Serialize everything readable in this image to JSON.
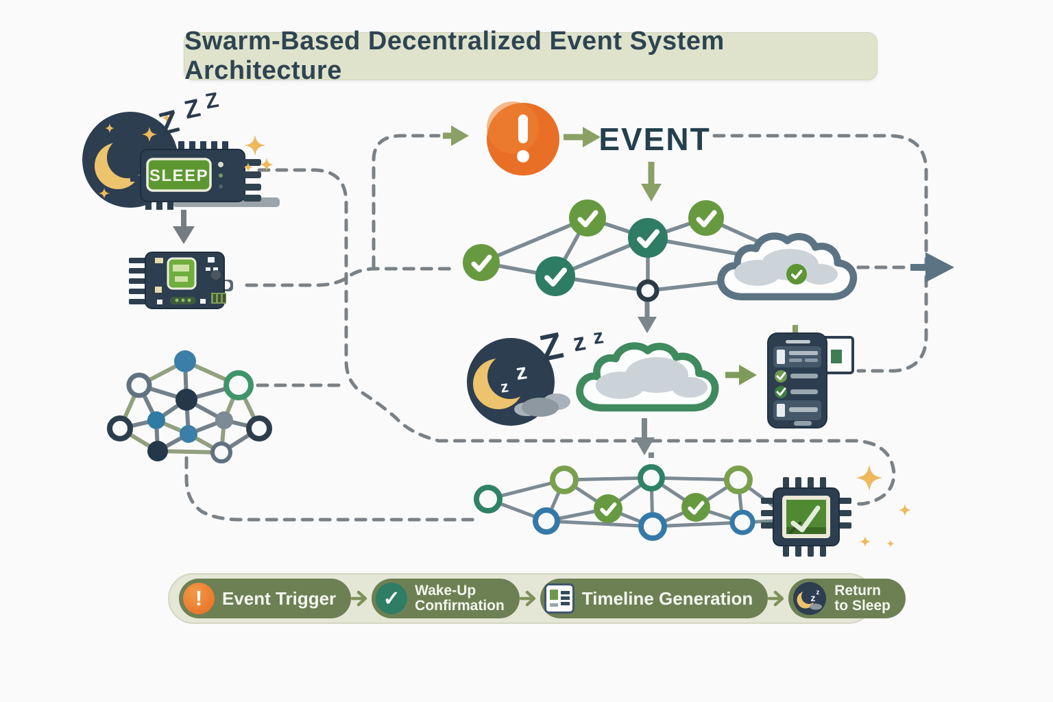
{
  "title": "Swarm-Based Decentralized Event System Architecture",
  "event_label": "EVENT",
  "sleep_chip_label": "SLEEP",
  "zzz_top": [
    "Z",
    "Z",
    "Z"
  ],
  "zzz_mid": [
    "Z",
    "z",
    "z"
  ],
  "moon_inner_z": [
    "z",
    "z"
  ],
  "icons": {
    "exclamation": "!",
    "check": "✓",
    "z": "z"
  },
  "legend": {
    "items": [
      {
        "icon": "exclamation-icon",
        "label1": "Event Trigger",
        "label2": ""
      },
      {
        "icon": "check-icon",
        "label1": "Wake-Up",
        "label2": "Confirmation"
      },
      {
        "icon": "timeline-icon",
        "label1": "Timeline Generation",
        "label2": ""
      },
      {
        "icon": "moon-icon",
        "label1": "Return",
        "label2": "to Sleep"
      }
    ]
  },
  "colors": {
    "background": "#fafafb",
    "banner_bg": "#dfe3cc",
    "banner_text": "#2e4452",
    "navy": "#2c3e50",
    "gold": "#edc36d",
    "orange": "#ed7227",
    "olive_arrow": "#8aa065",
    "green_node": "#679a40",
    "teal_node": "#2d7c63",
    "blue_node": "#3579a8",
    "gray_line": "#7a8186",
    "steel_arrow": "#5b7382",
    "cloud_green": "#3f8a5e",
    "legend_bg": "#e4e7d6",
    "legend_pill": "#6d8054",
    "screen_green": "#5d9732"
  }
}
